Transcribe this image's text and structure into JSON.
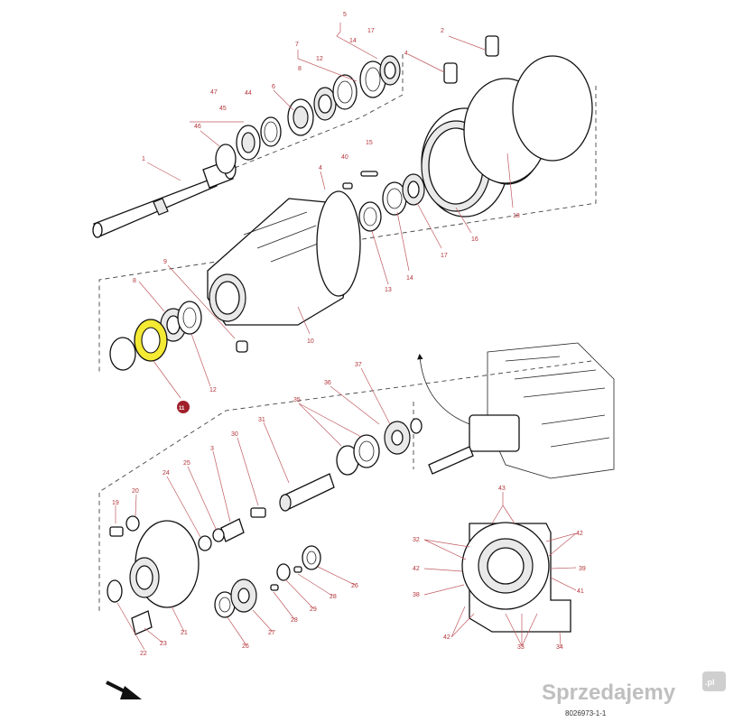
{
  "diagram": {
    "drawing_code": "8026973-1-1",
    "highlighted_part": "11",
    "watermark": {
      "text": "Sprzedajemy",
      "suffix": ".pl"
    },
    "labels": [
      {
        "id": "l5",
        "text": "5"
      },
      {
        "id": "l17a",
        "text": "17"
      },
      {
        "id": "l14a",
        "text": "14"
      },
      {
        "id": "l7",
        "text": "7"
      },
      {
        "id": "l12a",
        "text": "12"
      },
      {
        "id": "l8a",
        "text": "8"
      },
      {
        "id": "l6",
        "text": "6"
      },
      {
        "id": "l47",
        "text": "47"
      },
      {
        "id": "l44",
        "text": "44"
      },
      {
        "id": "l45",
        "text": "45"
      },
      {
        "id": "l46",
        "text": "46"
      },
      {
        "id": "l2",
        "text": "2"
      },
      {
        "id": "l4a",
        "text": "4"
      },
      {
        "id": "l1",
        "text": "1"
      },
      {
        "id": "l40",
        "text": "40"
      },
      {
        "id": "l15",
        "text": "15"
      },
      {
        "id": "l4b",
        "text": "4"
      },
      {
        "id": "l18",
        "text": "18"
      },
      {
        "id": "l16",
        "text": "16"
      },
      {
        "id": "l17b",
        "text": "17"
      },
      {
        "id": "l14b",
        "text": "14"
      },
      {
        "id": "l13",
        "text": "13"
      },
      {
        "id": "l10",
        "text": "10"
      },
      {
        "id": "l8b",
        "text": "8"
      },
      {
        "id": "l9",
        "text": "9"
      },
      {
        "id": "l12b",
        "text": "12"
      },
      {
        "id": "l11",
        "text": "11"
      },
      {
        "id": "l37",
        "text": "37"
      },
      {
        "id": "l36",
        "text": "36"
      },
      {
        "id": "l35",
        "text": "35"
      },
      {
        "id": "l31",
        "text": "31"
      },
      {
        "id": "l30",
        "text": "30"
      },
      {
        "id": "l3",
        "text": "3"
      },
      {
        "id": "l25",
        "text": "25"
      },
      {
        "id": "l24",
        "text": "24"
      },
      {
        "id": "l19",
        "text": "19"
      },
      {
        "id": "l20",
        "text": "20"
      },
      {
        "id": "l26a",
        "text": "26"
      },
      {
        "id": "l28a",
        "text": "28"
      },
      {
        "id": "l29",
        "text": "29"
      },
      {
        "id": "l28b",
        "text": "28"
      },
      {
        "id": "l27",
        "text": "27"
      },
      {
        "id": "l26b",
        "text": "26"
      },
      {
        "id": "l21",
        "text": "21"
      },
      {
        "id": "l23",
        "text": "23"
      },
      {
        "id": "l22",
        "text": "22"
      },
      {
        "id": "l43",
        "text": "43"
      },
      {
        "id": "l32",
        "text": "32"
      },
      {
        "id": "l42a",
        "text": "42"
      },
      {
        "id": "l42b",
        "text": "42"
      },
      {
        "id": "l39",
        "text": "39"
      },
      {
        "id": "l41",
        "text": "41"
      },
      {
        "id": "l38",
        "text": "38"
      },
      {
        "id": "l42c",
        "text": "42"
      },
      {
        "id": "l33",
        "text": "33"
      },
      {
        "id": "l34",
        "text": "34"
      }
    ]
  }
}
